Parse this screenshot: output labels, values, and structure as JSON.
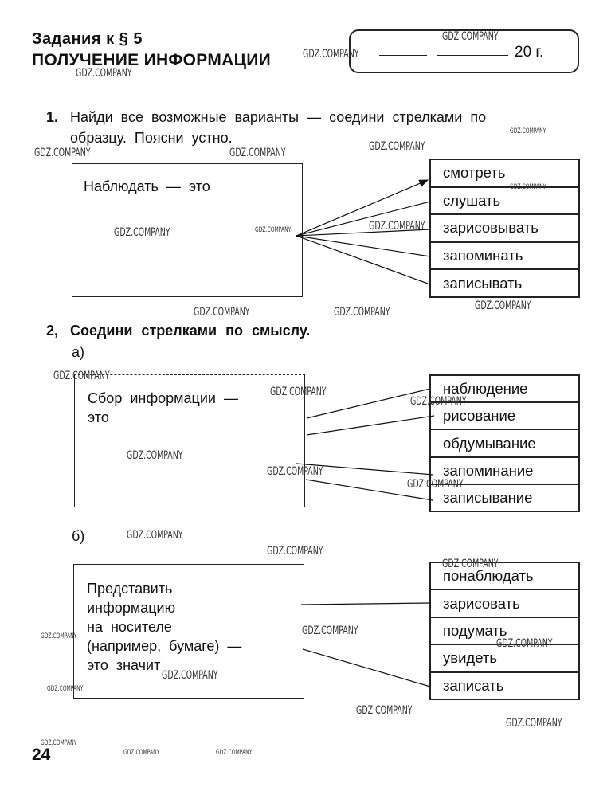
{
  "header": {
    "section_title": "Задания к § 5",
    "chapter_title": "ПОЛУЧЕНИЕ ИНФОРМАЦИИ",
    "date_suffix": "20 г."
  },
  "task1": {
    "number": "1.",
    "line1": "Найди все возможные варианты — соедини стрелками по",
    "line2": "образцу. Поясни устно.",
    "box_text": "Наблюдать — это",
    "options": [
      "смотреть",
      "слушать",
      "зарисовывать",
      "запоминать",
      "записывать"
    ]
  },
  "task2": {
    "number": "2,",
    "text": "Соедини стрелками по смыслу.",
    "part_a": {
      "label": "а)",
      "box_line1": "Сбор информации —",
      "box_line2": "это",
      "options": [
        "наблюдение",
        "рисование",
        "обдумывание",
        "запоминание",
        "записывание"
      ]
    },
    "part_b": {
      "label": "б)",
      "box_lines": [
        "Представить",
        "информацию",
        "на носителе",
        "(например, бумаге) —",
        "это значит"
      ],
      "options": [
        "понаблюдать",
        "зарисовать",
        "подумать",
        "увидеть",
        "записать"
      ]
    }
  },
  "footer": {
    "page_number": "24"
  },
  "watermark": "GDZ.COMPANY"
}
